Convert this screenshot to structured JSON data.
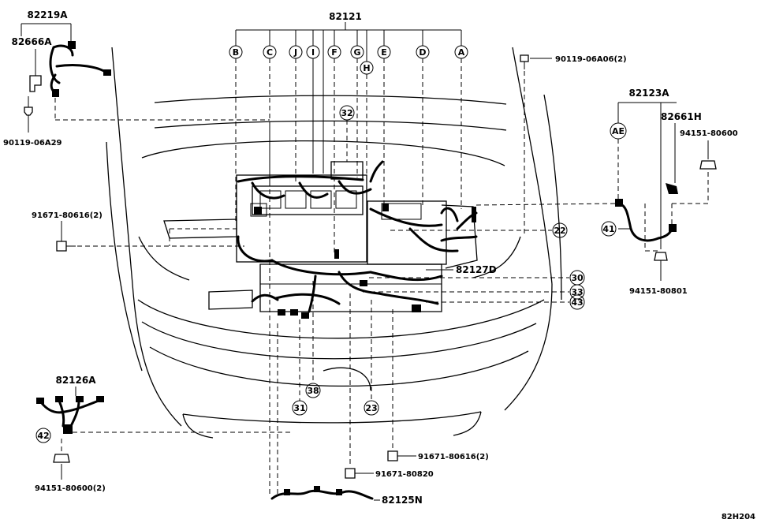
{
  "labels": {
    "p82219A": "82219A",
    "p82666A": "82666A",
    "p90119_06A29": "90119-06A29",
    "p82121": "82121",
    "p90119_06A06": "90119-06A06(2)",
    "p82123A": "82123A",
    "p82661H": "82661H",
    "p94151_80600": "94151-80600",
    "p91671_80616_left": "91671-80616(2)",
    "p82127D": "82127D",
    "p94151_80801": "94151-80801",
    "p82126A": "82126A",
    "p94151_80600x2": "94151-80600(2)",
    "p91671_80616_bottom": "91671-80616(2)",
    "p91671_80820": "91671-80820",
    "p82125N": "82125N",
    "diagram_code": "82H204"
  },
  "letter_callouts": {
    "B": "B",
    "C": "C",
    "J": "J",
    "I": "I",
    "F": "F",
    "G": "G",
    "H": "H",
    "E": "E",
    "D": "D",
    "A": "A",
    "AE": "AE"
  },
  "number_callouts": {
    "n32": "32",
    "n22": "22",
    "n30": "30",
    "n33": "33",
    "n43": "43",
    "n41": "41",
    "n38": "38",
    "n31": "31",
    "n23": "23",
    "n42": "42"
  }
}
